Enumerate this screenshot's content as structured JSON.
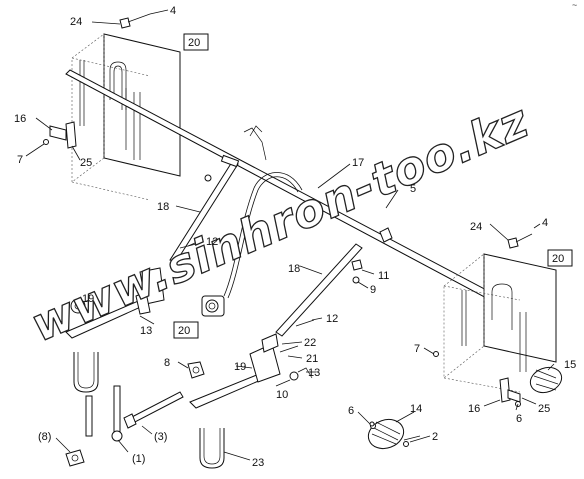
{
  "callouts": {
    "c24a": "24",
    "c4a": "4",
    "c20a": "20",
    "c16a": "16",
    "c7a": "7",
    "c25a": "25",
    "c17": "17",
    "c5": "5",
    "c18a": "18",
    "c12a": "12",
    "c24b": "24",
    "c4b": "4",
    "c20b": "20",
    "c11": "11",
    "c9": "9",
    "c18b": "18",
    "c19a": "19",
    "c13a": "13",
    "c20c": "20",
    "c12b": "12",
    "c22": "22",
    "c21": "21",
    "c13b": "13",
    "c8": "8",
    "c19b": "19",
    "c10": "10",
    "c7b": "7",
    "c15": "15",
    "c16b": "16",
    "c6a": "6",
    "c25b": "25",
    "c6b": "6",
    "c14": "14",
    "c2": "2",
    "c8p": "(8)",
    "c3p": "(3)",
    "c1p": "(1)",
    "c23": "23"
  },
  "watermark": "www.sinhron-too.kz",
  "corner_mark": "~"
}
